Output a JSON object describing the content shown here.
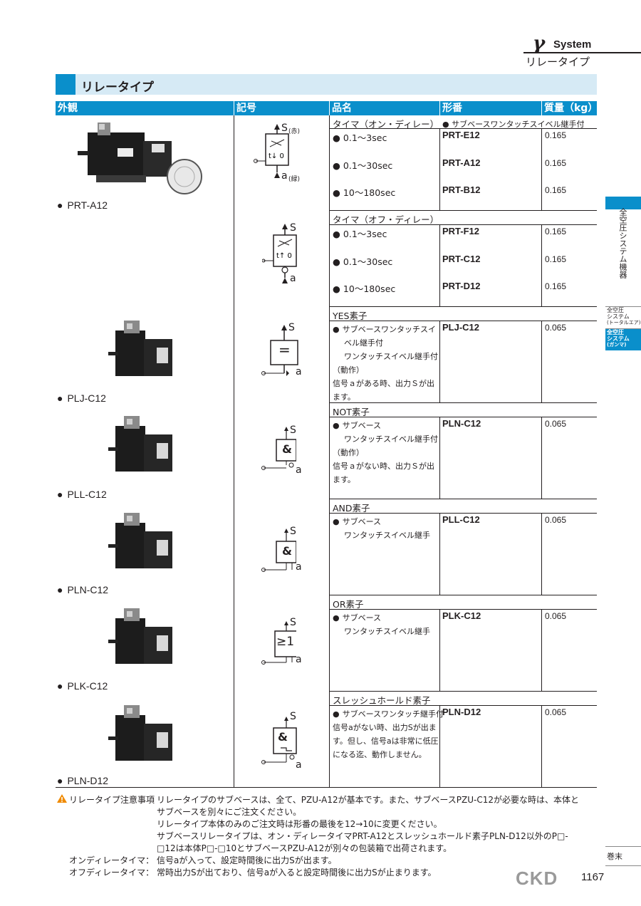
{
  "header": {
    "greek": "γ",
    "system": "System",
    "subtitle": "リレータイプ"
  },
  "section_title": "リレータイプ",
  "columns": [
    "外観",
    "記号",
    "品名",
    "形番",
    "質量（kg）"
  ],
  "products": [
    "PRT-A12",
    "PLJ-C12",
    "PLL-C12",
    "PLN-C12",
    "PLK-C12",
    "PLN-D12"
  ],
  "symbols": {
    "s_red": "S",
    "s_red_note": "(赤)",
    "a_green": "a",
    "a_green_note": "(緑)",
    "t_off": "t↓0",
    "s": "S",
    "a": "a",
    "eq": "=",
    "amp": "&",
    "ge1": "≥1"
  },
  "groups": {
    "timer_on": {
      "title": "タイマ（オン・ディレー）",
      "note": "● サブベースワンタッチスイベル継手付",
      "rows": [
        {
          "name": "0.1〜3sec",
          "code": "PRT-E12",
          "weight": "0.165"
        },
        {
          "name": "0.1〜30sec",
          "code": "PRT-A12",
          "weight": "0.165"
        },
        {
          "name": "10〜180sec",
          "code": "PRT-B12",
          "weight": "0.165"
        }
      ]
    },
    "timer_off": {
      "title": "タイマ（オフ・ディレー）",
      "rows": [
        {
          "name": "0.1〜3sec",
          "code": "PRT-F12",
          "weight": "0.165"
        },
        {
          "name": "0.1〜30sec",
          "code": "PRT-C12",
          "weight": "0.165"
        },
        {
          "name": "10〜180sec",
          "code": "PRT-D12",
          "weight": "0.165"
        }
      ]
    },
    "yes": {
      "title": "YES素子",
      "lines": [
        "サブベースワンタッチスイ",
        "ベル継手付",
        "ワンタッチスイベル継手付",
        "（動作）",
        "信号ａがある時、出力Ｓが出",
        "ます。"
      ],
      "code": "PLJ-C12",
      "weight": "0.065"
    },
    "not": {
      "title": "NOT素子",
      "lines": [
        "サブベース",
        "ワンタッチスイベル継手付",
        "（動作）",
        "信号ａがない時、出力Ｓが出",
        "ます。"
      ],
      "code": "PLN-C12",
      "weight": "0.065"
    },
    "and": {
      "title": "AND素子",
      "lines": [
        "サブベース",
        "ワンタッチスイベル継手"
      ],
      "code": "PLL-C12",
      "weight": "0.065"
    },
    "or": {
      "title": "OR素子",
      "lines": [
        "サブベース",
        "ワンタッチスイベル継手"
      ],
      "code": "PLK-C12",
      "weight": "0.065"
    },
    "slash": {
      "title": "スレッシュホールド素子",
      "lines": [
        "サブベースワンタッチ継手付",
        "信号aがない時、出力Sが出ま",
        "す。但し、信号aは非常に低圧",
        "になる迄、動作しません。"
      ],
      "code": "PLN-D12",
      "weight": "0.065"
    }
  },
  "notes": {
    "caution_label": "リレータイプ注意事項",
    "lines": [
      "リレータイプのサブベースは、全て、PZU-A12が基本です。また、サブベースPZU-C12が必要な時は、本体と",
      "サブベースを別々にご注文ください。",
      "リレータイプ本体のみのご注文時は形番の最後を12→10に変更ください。",
      "サブベースリレータイプは、オン・ディレータイマPRT-A12とスレッシュホールド素子PLN-D12以外のP□-",
      "□12は本体P□-□10とサブベースPZU-A12が別々の包装箱で出荷されます。"
    ],
    "on_label": "オンディレータイマ：",
    "on_text": "信号aが入って、設定時間後に出力Sが出ます。",
    "off_label": "オフディレータイマ：",
    "off_text": "常時出力Sが出ており、信号aが入ると設定時間後に出力Sが止まります。"
  },
  "side": {
    "tab1": "全空圧システム機器",
    "tab2_lines": [
      "全空圧",
      "システム",
      "(トータルエア)"
    ],
    "tab3_lines": [
      "全空圧",
      "システム",
      "(ガンマ)"
    ],
    "end": "巻末"
  },
  "footer": {
    "brand": "CKD",
    "page": "1167"
  }
}
